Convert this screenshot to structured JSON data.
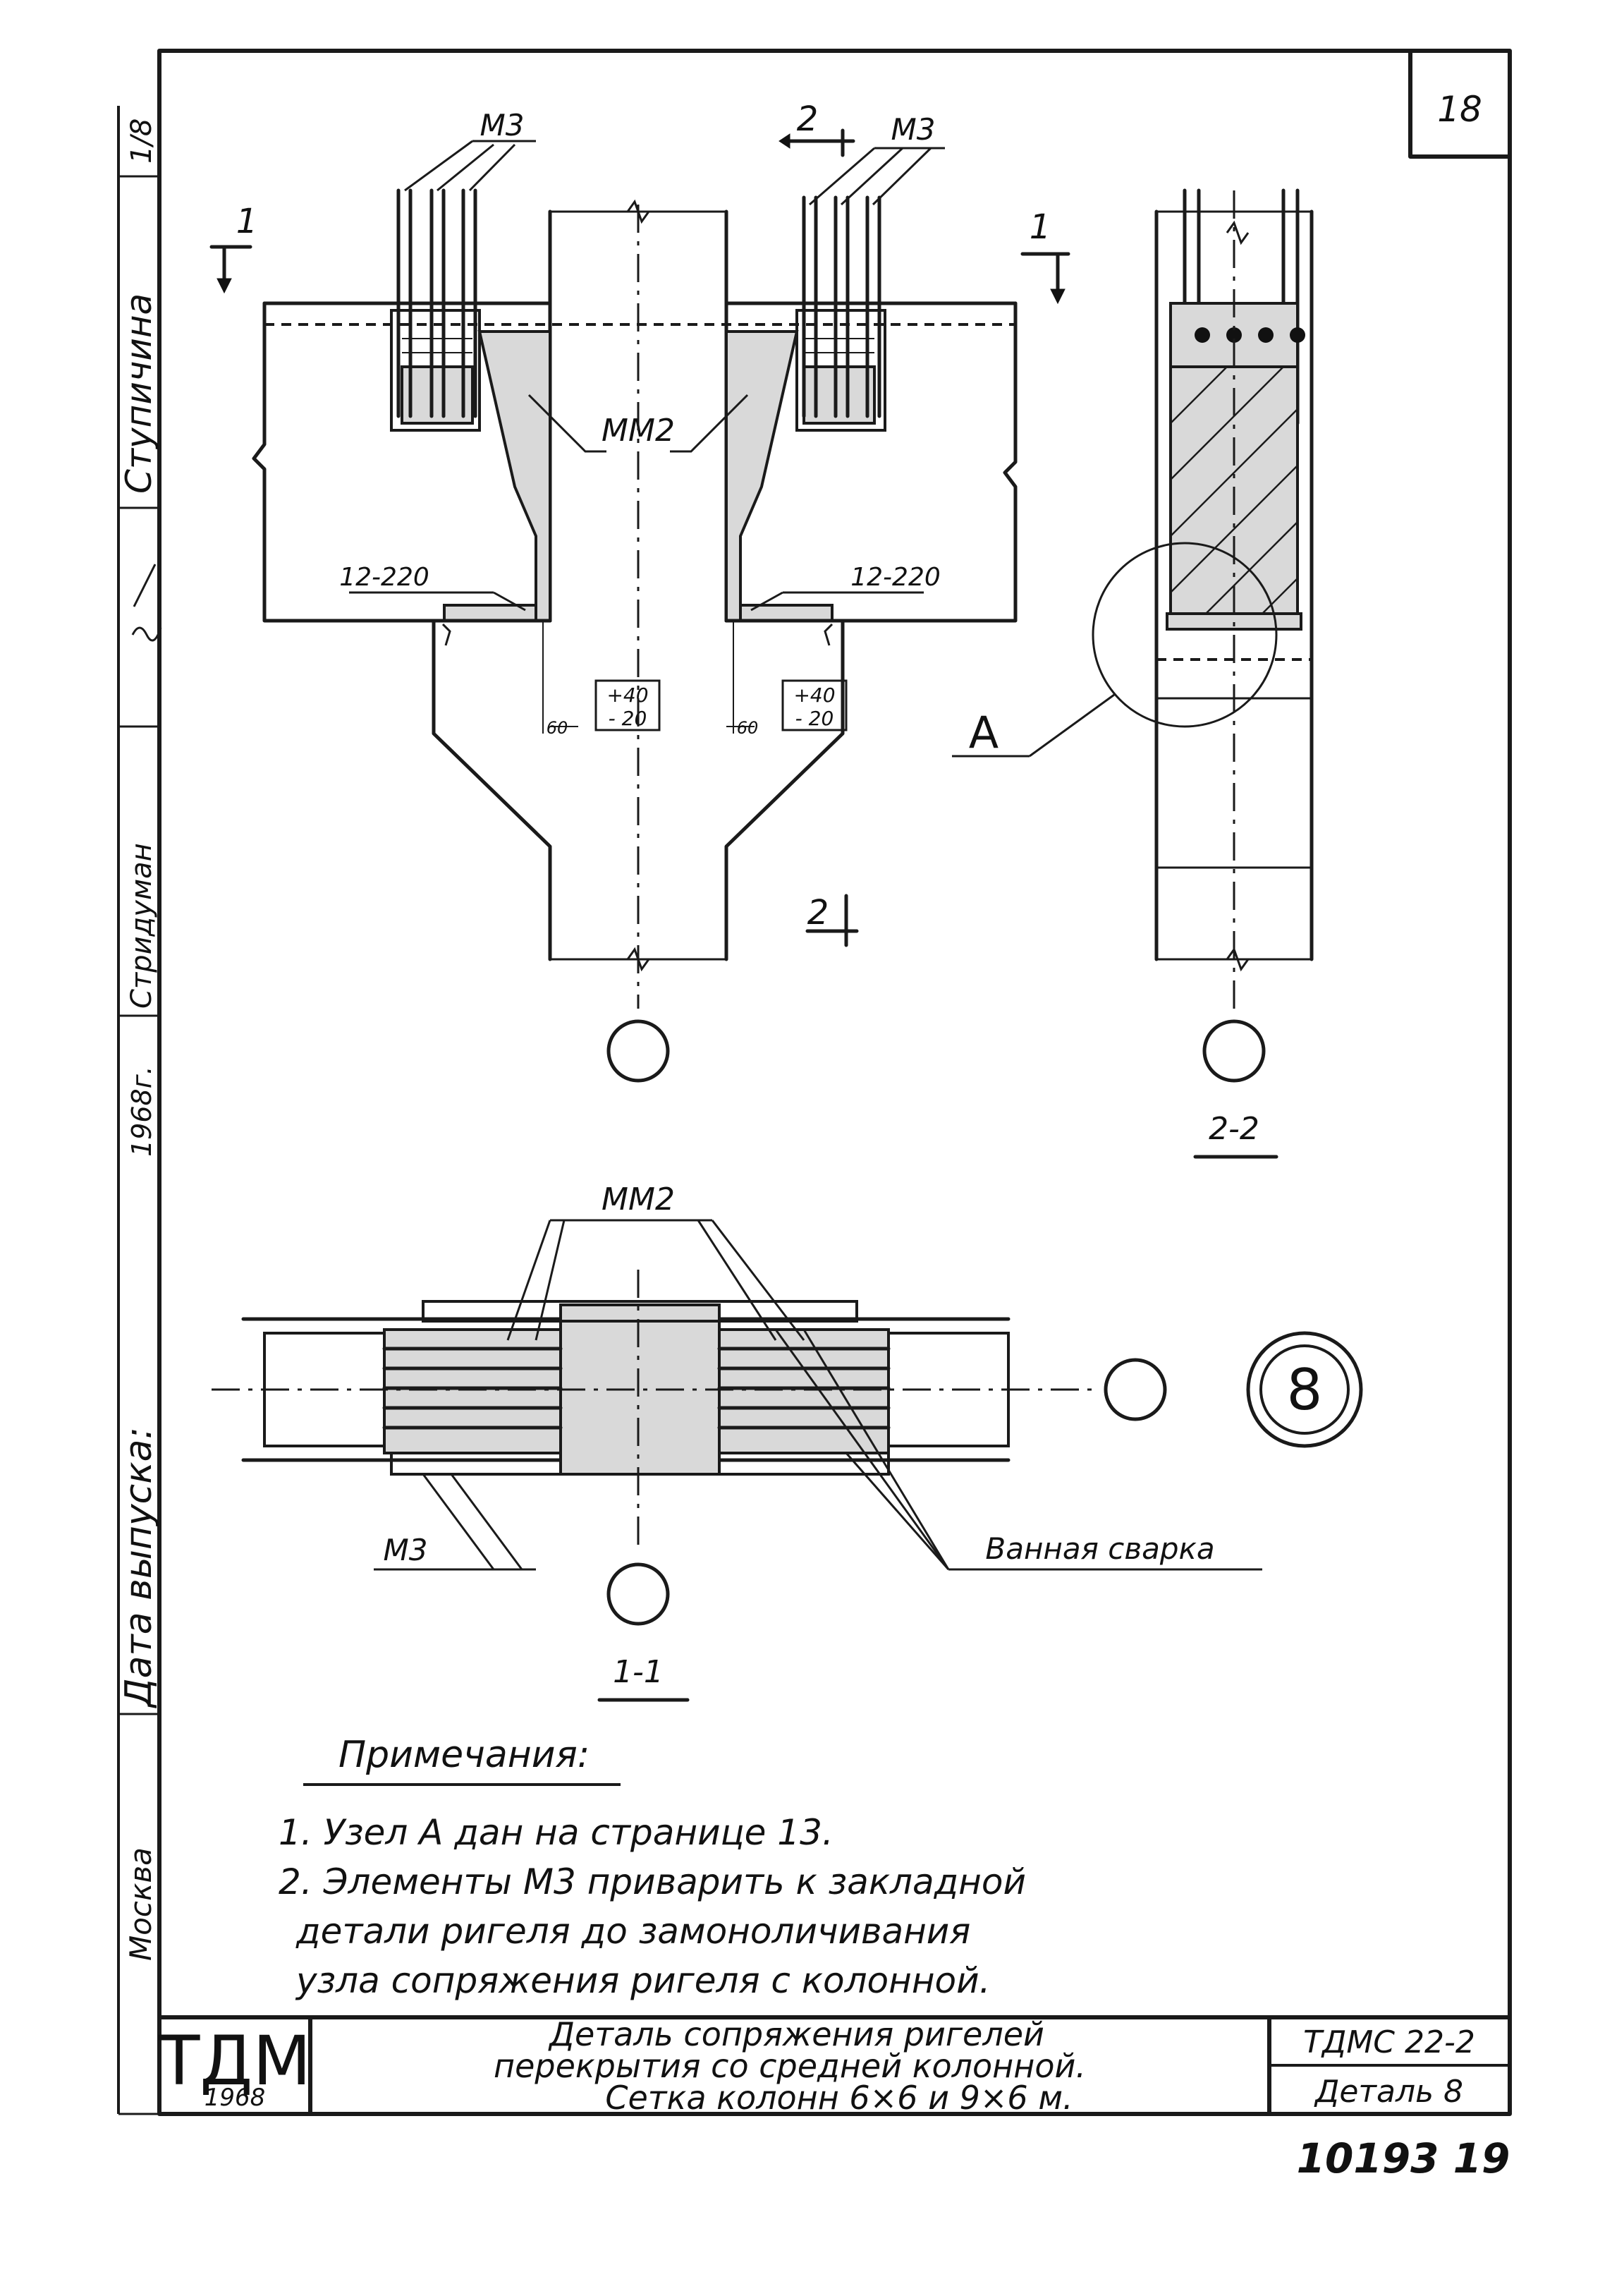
{
  "sheet": {
    "page_number": "18",
    "archive_number": "10193 19"
  },
  "margin_stamps": {
    "top": "1/8",
    "author": "Ступичина",
    "checked": "Стридуман",
    "year": "1968г.",
    "release_date": "Дата выпуска:",
    "city": "Москва"
  },
  "drawing": {
    "labels": {
      "m3_top_left": "М3",
      "m3_top_right": "М3",
      "mm2_elev": "ММ2",
      "mm2_plan": "ММ2",
      "m3_plan": "М3",
      "rebar_left": "12-220",
      "rebar_right": "12-220",
      "tol_left_plus": "+40",
      "tol_left_minus": "- 20",
      "tol_right_plus": "+40",
      "tol_right_minus": "- 20",
      "dim_left": "60",
      "dim_right": "60",
      "node_a": "А",
      "bath_weld": "Ванная сварка",
      "detail_number": "8"
    },
    "section_marks": {
      "one_left": "1",
      "one_right": "1",
      "two_top": "2",
      "two_bottom": "2"
    },
    "section_titles": {
      "section_2_2": "2-2",
      "section_1_1": "1-1"
    }
  },
  "notes": {
    "heading": "Примечания:",
    "items": [
      "1.  Узел А дан на странице 13.",
      "2.  Элементы М3 приварить к закладной",
      "детали ригеля до замоноличивания",
      "узла сопряжения ригеля с колонной."
    ]
  },
  "title_block": {
    "org": "ТДМ",
    "year": "1968",
    "title_lines": [
      "Деталь сопряжения ригелей",
      "перекрытия со средней колонной.",
      "Сетка колонн 6×6 и 9×6 м."
    ],
    "series": "ТДМС 22-2",
    "detail": "Деталь 8"
  }
}
